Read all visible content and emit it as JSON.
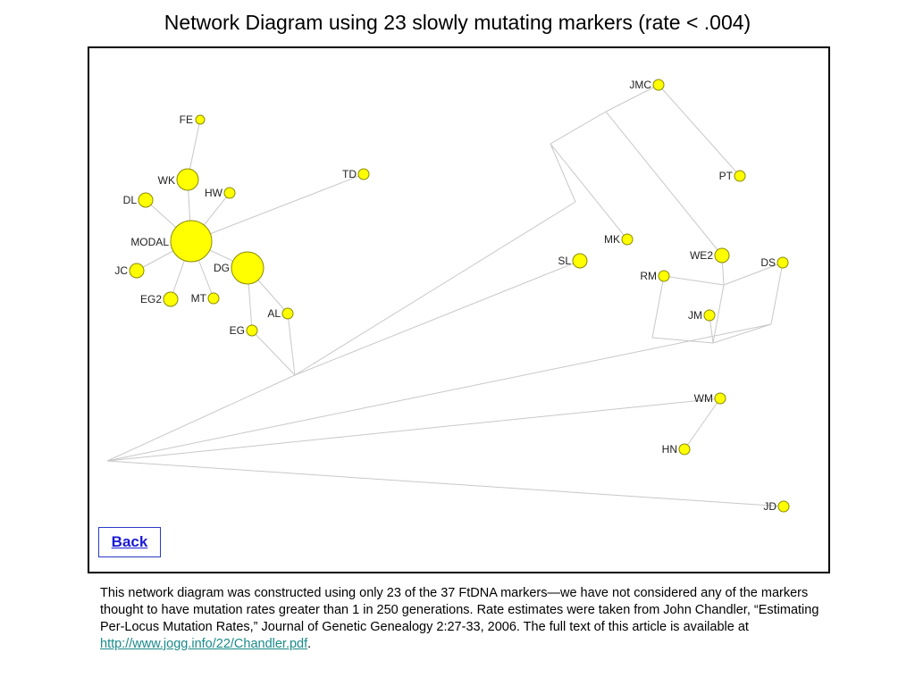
{
  "title": "Network Diagram using 23 slowly mutating markers (rate < .004)",
  "back_label": "Back",
  "caption": {
    "text": "This network diagram was constructed using only 23 of the 37 FtDNA markers—we have not considered any of the markers thought to have mutation rates greater than 1 in 250 generations.  Rate estimates were taken from John Chandler, “Estimating Per-Locus Mutation Rates,” Journal of Genetic Genealogy 2:27-33, 2006.  The full text of this article is available at ",
    "link": "http://www.jogg.info/22/Chandler.pdf",
    "end": "."
  },
  "colors": {
    "node_fill": "#ffff00",
    "node_stroke": "#8a8a00",
    "edge": "#c8c8c8",
    "link": "#1a8a8a",
    "back_text": "#1a1ad6"
  },
  "nodes": [
    {
      "id": "FE",
      "label": "FE"
    },
    {
      "id": "WK",
      "label": "WK"
    },
    {
      "id": "HW",
      "label": "HW"
    },
    {
      "id": "DL",
      "label": "DL"
    },
    {
      "id": "MODAL",
      "label": "MODAL"
    },
    {
      "id": "JC",
      "label": "JC"
    },
    {
      "id": "DG",
      "label": "DG"
    },
    {
      "id": "EG2",
      "label": "EG2"
    },
    {
      "id": "MT",
      "label": "MT"
    },
    {
      "id": "TD",
      "label": "TD"
    },
    {
      "id": "AL",
      "label": "AL"
    },
    {
      "id": "EG",
      "label": "EG"
    },
    {
      "id": "JMC",
      "label": "JMC"
    },
    {
      "id": "PT",
      "label": "PT"
    },
    {
      "id": "MK",
      "label": "MK"
    },
    {
      "id": "SL",
      "label": "SL"
    },
    {
      "id": "WE2",
      "label": "WE2"
    },
    {
      "id": "DS",
      "label": "DS"
    },
    {
      "id": "RM",
      "label": "RM"
    },
    {
      "id": "JM",
      "label": "JM"
    },
    {
      "id": "WM",
      "label": "WM"
    },
    {
      "id": "HN",
      "label": "HN"
    },
    {
      "id": "JD",
      "label": "JD"
    }
  ]
}
